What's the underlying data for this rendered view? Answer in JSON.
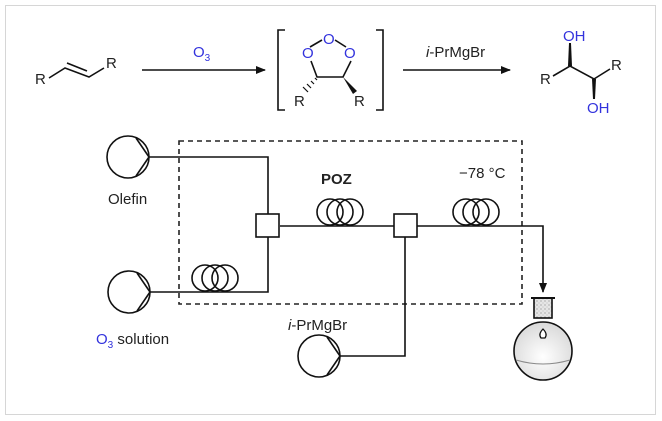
{
  "scheme": {
    "reactant": {
      "substituent": "R"
    },
    "step1": {
      "reagent": "O",
      "reagent_subscript": "3"
    },
    "intermediate": {
      "atom": "O",
      "substituent": "R"
    },
    "step2": {
      "reagent_prefix": "i",
      "reagent_rest": "-PrMgBr"
    },
    "product": {
      "hydroxyl": "OH",
      "substituent": "R"
    }
  },
  "flow": {
    "pumps": [
      {
        "label": "Olefin"
      },
      {
        "label_prefix": "O",
        "label_subscript": "3",
        "label_rest": " solution"
      },
      {
        "label_prefix": "i",
        "label_rest": "-PrMgBr"
      }
    ],
    "poz_label": "POZ",
    "temperature": "−78 °C"
  },
  "colors": {
    "heteroatom": "#3333dd",
    "ink": "#111111",
    "frame": "#d6d6d6"
  }
}
